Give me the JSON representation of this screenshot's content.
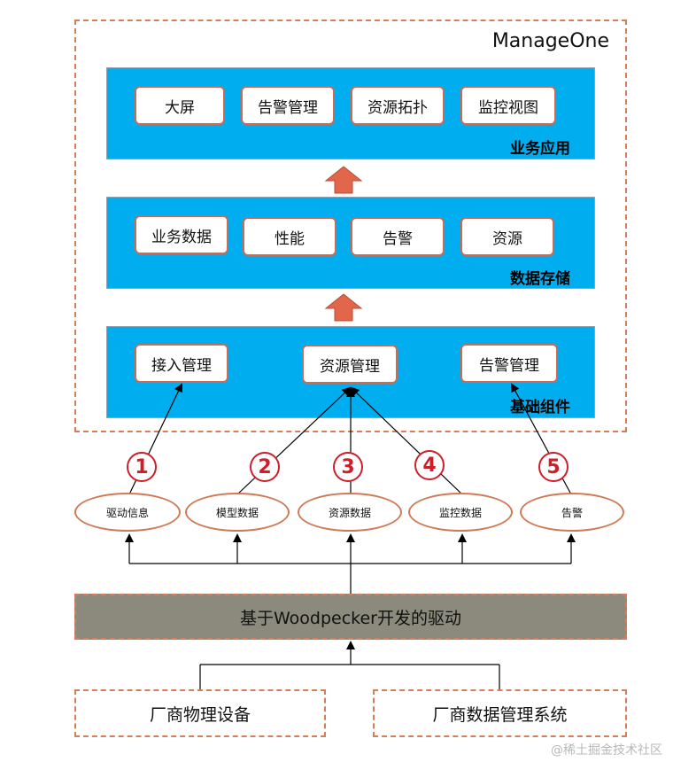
{
  "title": "ManageOne",
  "layers": {
    "app": {
      "label": "业务应用",
      "modules": [
        "大屏",
        "告警管理",
        "资源拓扑",
        "监控视图"
      ]
    },
    "storage": {
      "label": "数据存储",
      "modules": [
        "业务数据",
        "性能",
        "告警",
        "资源"
      ]
    },
    "base": {
      "label": "基础组件",
      "modules": [
        "接入管理",
        "资源管理",
        "告警管理"
      ]
    }
  },
  "flows": [
    {
      "number": "1",
      "label": "驱动信息"
    },
    {
      "number": "2",
      "label": "模型数据"
    },
    {
      "number": "3",
      "label": "资源数据"
    },
    {
      "number": "4",
      "label": "监控数据"
    },
    {
      "number": "5",
      "label": "告警"
    }
  ],
  "driver": "基于Woodpecker开发的驱动",
  "sources": [
    "厂商物理设备",
    "厂商数据管理系统"
  ],
  "watermark": "@稀土掘金技术社区",
  "colors": {
    "band": "#00aeef",
    "accent": "#d47f5a",
    "number": "#cc1f2a",
    "driver": "#8b8a7d",
    "arrow": "#e2674a"
  }
}
